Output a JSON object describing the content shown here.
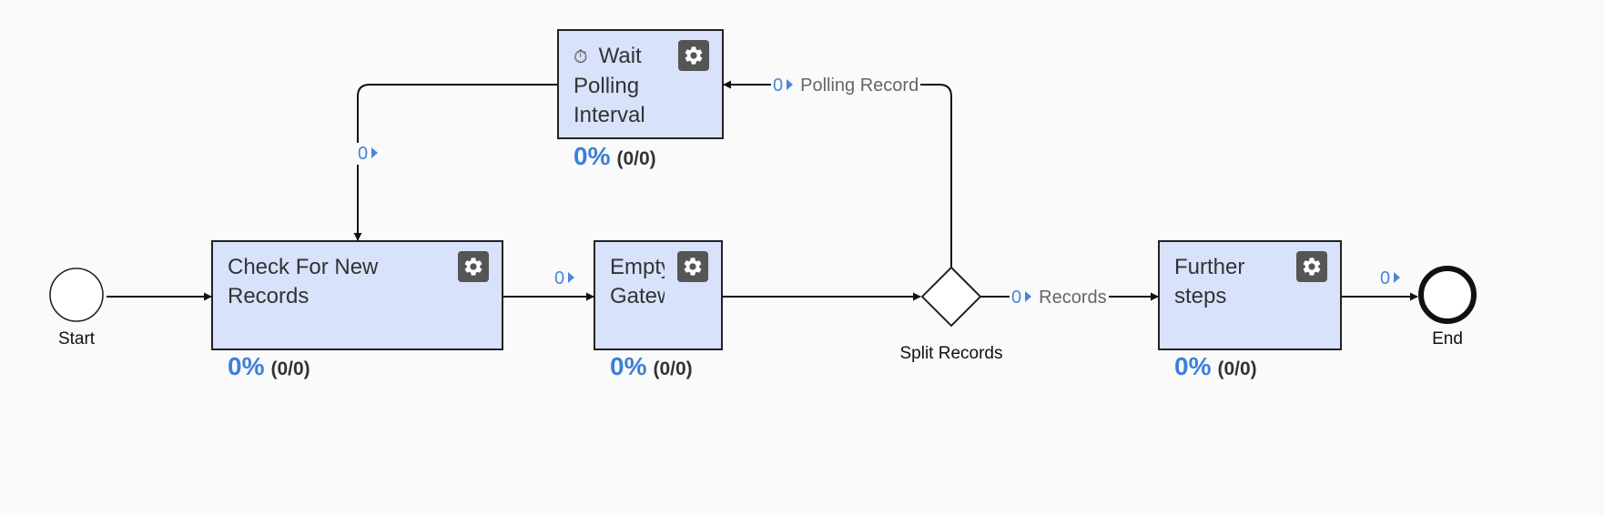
{
  "colors": {
    "task_fill": "#d8e2fb",
    "percent": "#3d7fd8",
    "flow_count": "#4a86d8",
    "gear": "#555555",
    "background": "#fafafa"
  },
  "events": {
    "start": {
      "label": "Start"
    },
    "end": {
      "label": "End"
    }
  },
  "gateway": {
    "label": "Split Records"
  },
  "tasks": {
    "check": {
      "label": "Check For New Records",
      "percent": "0%",
      "count": "(0/0)",
      "icon": "gear-icon"
    },
    "empty": {
      "label": "Empty Gateway",
      "percent": "0%",
      "count": "(0/0)",
      "icon": "gear-icon"
    },
    "wait": {
      "label": "Wait Polling Interval",
      "percent": "0%",
      "count": "(0/0)",
      "icon": "gear-icon",
      "type_icon": "timer-icon",
      "type_glyph": "⏱"
    },
    "further": {
      "label": "Further steps",
      "percent": "0%",
      "count": "(0/0)",
      "icon": "gear-icon"
    }
  },
  "flows": {
    "wait_to_check": {
      "count": "0"
    },
    "check_to_empty": {
      "count": "0"
    },
    "polling": {
      "count": "0",
      "name": "Polling Record"
    },
    "records": {
      "count": "0",
      "name": "Records"
    },
    "further_to_end": {
      "count": "0"
    }
  }
}
